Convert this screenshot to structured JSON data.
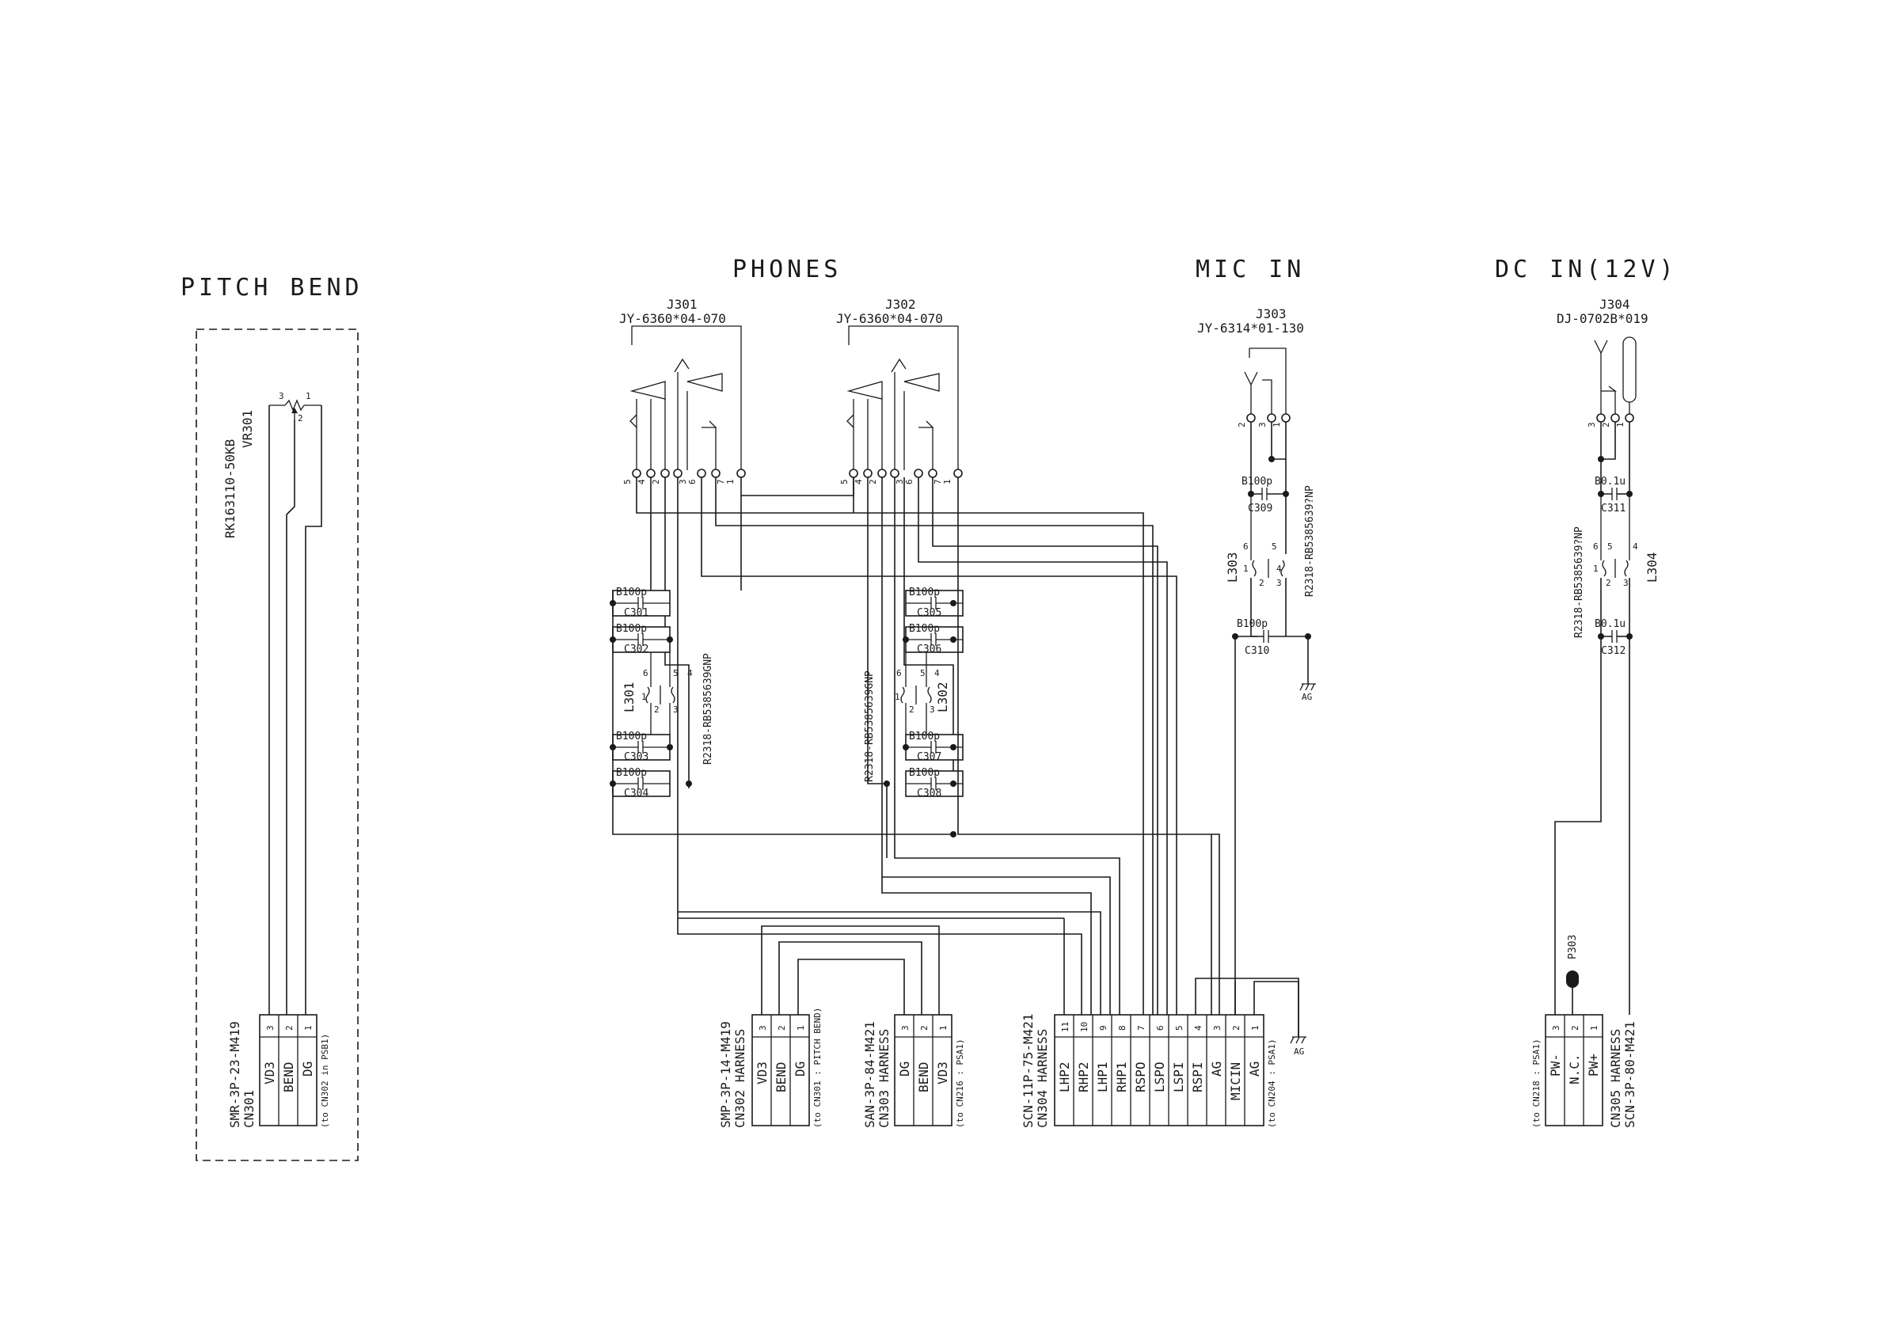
{
  "titles": {
    "pitch_bend": "PITCH BEND",
    "phones": "PHONES",
    "mic_in": "MIC IN",
    "dc_in": "DC IN(12V)"
  },
  "jacks": {
    "j301": {
      "ref": "J301",
      "part": "JY-6360*04-070"
    },
    "j302": {
      "ref": "J302",
      "part": "JY-6360*04-070"
    },
    "j303": {
      "ref": "J303",
      "part": "JY-6314*01-130"
    },
    "j304": {
      "ref": "J304",
      "part": "DJ-0702B*019"
    }
  },
  "vr301": {
    "ref": "VR301",
    "part": "RK163110-50KB",
    "pins": [
      "3",
      "1",
      "2"
    ]
  },
  "capacitors": {
    "c301": {
      "ref": "C301",
      "value": "B100p"
    },
    "c302": {
      "ref": "C302",
      "value": "B100p"
    },
    "c303": {
      "ref": "C303",
      "value": "B100p"
    },
    "c304": {
      "ref": "C304",
      "value": "B100p"
    },
    "c305": {
      "ref": "C305",
      "value": "B100p"
    },
    "c306": {
      "ref": "C306",
      "value": "B100p"
    },
    "c307": {
      "ref": "C307",
      "value": "B100p"
    },
    "c308": {
      "ref": "C308",
      "value": "B100p"
    },
    "c309": {
      "ref": "C309",
      "value": "B100p"
    },
    "c310": {
      "ref": "C310",
      "value": "B100p"
    },
    "c311": {
      "ref": "C311",
      "value": "B0.1u"
    },
    "c312": {
      "ref": "C312",
      "value": "B0.1u"
    }
  },
  "coils": {
    "l301": {
      "ref": "L301",
      "part": "R2318-RB5385639GNP"
    },
    "l302": {
      "ref": "L302",
      "part": "R2318-RB5385639GNP"
    },
    "l303": {
      "ref": "L303",
      "part": "R2318-RB5385639?NP"
    },
    "l304": {
      "ref": "L304",
      "part": "R2318-RB5385639?NP"
    }
  },
  "coil_pins": [
    "6",
    "5",
    "1",
    "4",
    "2",
    "3"
  ],
  "jack_pins": {
    "phones": [
      "5",
      "4",
      "2",
      "3",
      "6",
      "7",
      "1"
    ],
    "mic": [
      "2",
      "3",
      "1"
    ],
    "dc": [
      "3",
      "2",
      "1"
    ]
  },
  "ground_label": "AG",
  "connectors": {
    "cn301": {
      "harness": "SMR-3P-23-M419",
      "ref": "CN301",
      "note": "(to CN302 in PSB1)",
      "pins": [
        {
          "num": "3",
          "name": "VD3"
        },
        {
          "num": "2",
          "name": "BEND"
        },
        {
          "num": "1",
          "name": "DG"
        }
      ]
    },
    "cn302": {
      "harness": "SMP-3P-14-M419",
      "ref": "CN302 HARNESS",
      "note": "(to CN301 : PITCH BEND)",
      "pins": [
        {
          "num": "3",
          "name": "VD3"
        },
        {
          "num": "2",
          "name": "BEND"
        },
        {
          "num": "1",
          "name": "DG"
        }
      ]
    },
    "cn303": {
      "harness": "SAN-3P-84-M421",
      "ref": "CN303 HARNESS",
      "note": "(to CN216 : PSA1)",
      "pins": [
        {
          "num": "3",
          "name": "DG"
        },
        {
          "num": "2",
          "name": "BEND"
        },
        {
          "num": "1",
          "name": "VD3"
        }
      ]
    },
    "cn304": {
      "harness": "SCN-11P-75-M421",
      "ref": "CN304 HARNESS",
      "note": "(to CN204 : PSA1)",
      "pins": [
        {
          "num": "11",
          "name": "LHP2"
        },
        {
          "num": "10",
          "name": "RHP2"
        },
        {
          "num": "9",
          "name": "LHP1"
        },
        {
          "num": "8",
          "name": "RHP1"
        },
        {
          "num": "7",
          "name": "RSPO"
        },
        {
          "num": "6",
          "name": "LSPO"
        },
        {
          "num": "5",
          "name": "LSPI"
        },
        {
          "num": "4",
          "name": "RSPI"
        },
        {
          "num": "3",
          "name": "AG"
        },
        {
          "num": "2",
          "name": "MICIN"
        },
        {
          "num": "1",
          "name": "AG"
        }
      ]
    },
    "cn305": {
      "harness": "SCN-3P-80-M421",
      "ref": "CN305 HARNESS",
      "note": "(to CN218 : PSA1)",
      "pins": [
        {
          "num": "3",
          "name": "PW-"
        },
        {
          "num": "2",
          "name": "N.C."
        },
        {
          "num": "1",
          "name": "PW+"
        }
      ]
    }
  },
  "test_point": "P303"
}
